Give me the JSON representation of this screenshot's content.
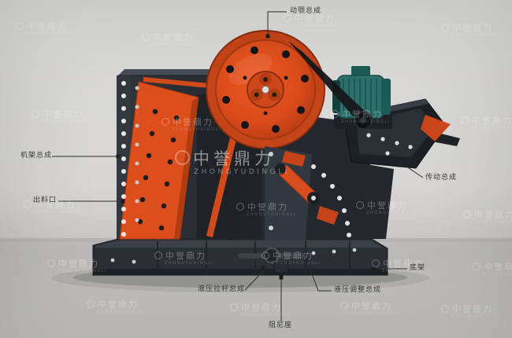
{
  "diagram": {
    "title": "jaw crusher part diagram",
    "labels": {
      "movable_jaw": "动颚总成",
      "frame_assembly": "机架总成",
      "discharge_port": "出料口",
      "transmission": "传动总成",
      "base_frame": "底架",
      "hydraulic_adjust": "液压调整总成",
      "hydraulic_rod": "液压拉杆总成",
      "damping_seat": "阻尼座"
    }
  },
  "watermark": {
    "text": "中誉鼎力",
    "subtext": "ZHONGYUDINGLI"
  },
  "colors": {
    "accent_orange": "#d94a1b",
    "machine_dark": "#26292f",
    "motor_teal": "#2c6f6c",
    "background": "#d6d5d3",
    "label_text": "#3a3a3a"
  }
}
